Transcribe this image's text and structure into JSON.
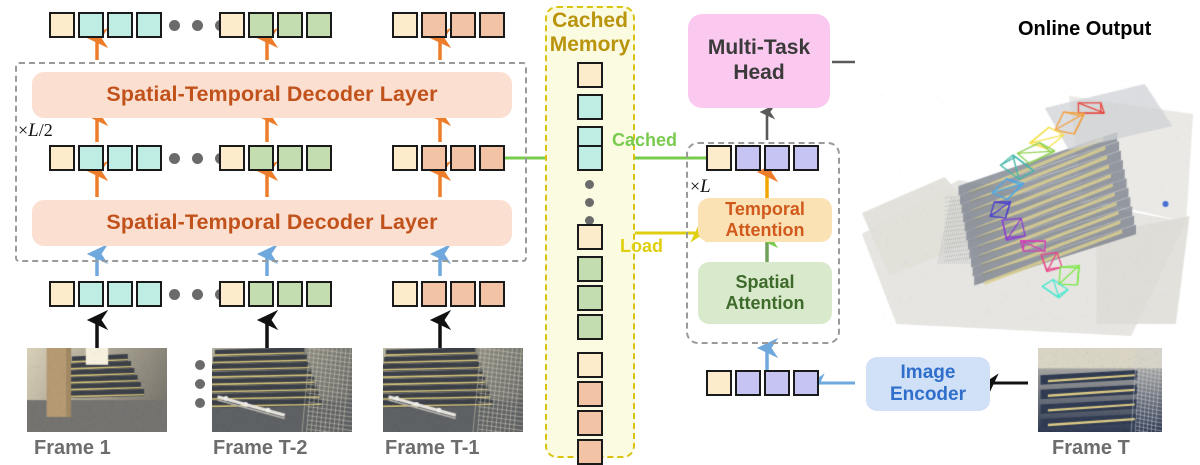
{
  "diagram": {
    "title_right": "Online Output",
    "decoder_stack": {
      "repeat_label": "×L/2",
      "layers": [
        {
          "label": "Spatial-Temporal Decoder Layer"
        },
        {
          "label": "Spatial-Temporal Decoder Layer"
        }
      ]
    },
    "frames": [
      {
        "label": "Frame 1"
      },
      {
        "label": "Frame T-2"
      },
      {
        "label": "Frame T-1"
      },
      {
        "label": "Frame T"
      }
    ],
    "memory": {
      "title": "Cached\nMemory",
      "title_line1": "Cached",
      "title_line2": "Memory",
      "tokens": [
        "cream",
        "cyan",
        "cyan",
        "cyan",
        "dots",
        "cream",
        "green",
        "green",
        "green",
        "cream",
        "orange",
        "orange",
        "orange"
      ]
    },
    "edges": {
      "cached_label": "Cached",
      "load_label": "Load"
    },
    "online_module": {
      "repeat_label": "×L",
      "temporal": {
        "line1": "Temporal",
        "line2": "Attention"
      },
      "spatial": {
        "line1": "Spatial",
        "line2": "Attention"
      }
    },
    "head": {
      "line1": "Multi-Task",
      "line2": "Head"
    },
    "encoder": {
      "line1": "Image",
      "line2": "Encoder"
    },
    "token_rows": {
      "top": [
        {
          "group": "frame1",
          "tokens": [
            "cream",
            "cyan",
            "cyan",
            "cyan"
          ]
        },
        {
          "group": "ellipsis",
          "tokens": [
            "dots"
          ]
        },
        {
          "group": "frameT2",
          "tokens": [
            "cream",
            "green",
            "green",
            "green"
          ]
        },
        {
          "group": "frameT1",
          "tokens": [
            "cream",
            "orange",
            "orange",
            "orange"
          ]
        }
      ],
      "middle": [
        {
          "group": "frame1",
          "tokens": [
            "cream",
            "cyan",
            "cyan",
            "cyan"
          ]
        },
        {
          "group": "ellipsis",
          "tokens": [
            "dots"
          ]
        },
        {
          "group": "frameT2",
          "tokens": [
            "cream",
            "green",
            "green",
            "green"
          ]
        },
        {
          "group": "frameT1",
          "tokens": [
            "cream",
            "orange",
            "orange",
            "orange"
          ]
        }
      ],
      "bottom": [
        {
          "group": "frame1",
          "tokens": [
            "cream",
            "cyan",
            "cyan",
            "cyan"
          ]
        },
        {
          "group": "ellipsis",
          "tokens": [
            "dots"
          ]
        },
        {
          "group": "frameT2",
          "tokens": [
            "cream",
            "green",
            "green",
            "green"
          ]
        },
        {
          "group": "frameT1",
          "tokens": [
            "cream",
            "orange",
            "orange",
            "orange"
          ]
        }
      ],
      "online_out": [
        "cream",
        "purple",
        "purple",
        "purple"
      ],
      "online_in": [
        "cream",
        "purple",
        "purple",
        "purple"
      ]
    },
    "colors": {
      "cream": "#FDECCB",
      "cyan": "#BFEDE4",
      "green": "#C3DCB0",
      "orange": "#F3C3A5",
      "purple": "#C6C4F2",
      "decoder_bg": "#FBE0D2",
      "decoder_text": "#C2521B",
      "temporal_bg": "#FBE2B5",
      "temporal_text": "#D1591C",
      "spatial_bg": "#D8E9CC",
      "spatial_text": "#3E6B2B",
      "head_bg": "#FBC9F0",
      "encoder_bg": "#CFE0F7",
      "encoder_text": "#2F6FCB",
      "memory_border": "#D9C310",
      "memory_bg": "#FBFBE2",
      "memory_text": "#B9940C",
      "cached_arrow": "#78CB4E",
      "load_arrow": "#E0CE10",
      "orange_arrow": "#ED7D2B",
      "blue_arrow": "#6FA8DC",
      "black_arrow": "#111111",
      "gray_arrow": "#5a5a5a"
    }
  }
}
